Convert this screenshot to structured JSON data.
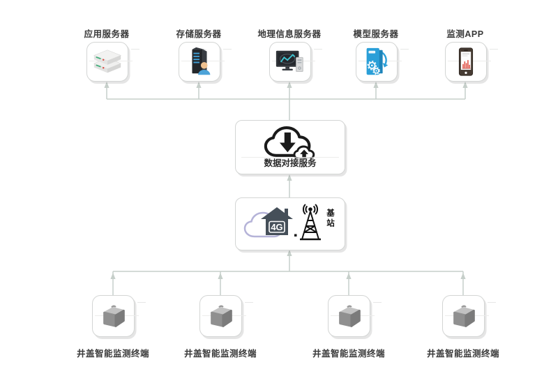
{
  "diagram": {
    "top_row": {
      "nodes": [
        {
          "label": "应用服务器",
          "icon": "app-server-icon"
        },
        {
          "label": "存储服务器",
          "icon": "storage-server-icon"
        },
        {
          "label": "地理信息服务器",
          "icon": "gis-server-icon"
        },
        {
          "label": "模型服务器",
          "icon": "model-server-icon"
        },
        {
          "label": "监测APP",
          "icon": "monitoring-app-icon"
        }
      ]
    },
    "data_service": {
      "label": "数据对接服务",
      "icon": "cloud-transfer-icon"
    },
    "network": {
      "cloud_text": "4G",
      "station_label": "基站",
      "icons": [
        "4g-cloud-icon",
        "base-station-tower-icon"
      ]
    },
    "bottom_row": {
      "nodes": [
        {
          "label": "井盖智能监测终端",
          "icon": "terminal-device-icon"
        },
        {
          "label": "井盖智能监测终端",
          "icon": "terminal-device-icon"
        },
        {
          "label": "井盖智能监测终端",
          "icon": "terminal-device-icon"
        },
        {
          "label": "井盖智能监测终端",
          "icon": "terminal-device-icon"
        }
      ]
    },
    "colors": {
      "connector": "#c6cfca",
      "box_border": "#d3d5d4",
      "label_text": "#3a3a3a",
      "icon_black": "#1a1a1a",
      "accent_blue": "#2a9fd8",
      "accent_red": "#e2574c",
      "lavender": "#b5b3d8",
      "dark_slate": "#454f59",
      "device_gray": "#8f8f8f"
    }
  }
}
